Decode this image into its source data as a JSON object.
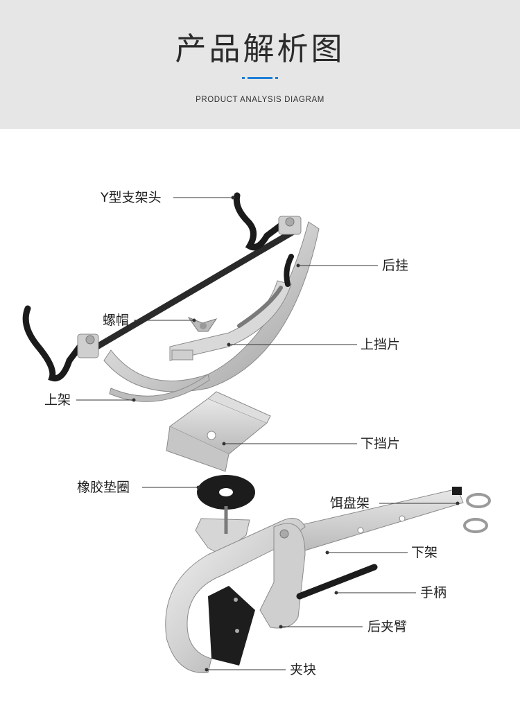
{
  "header": {
    "title": "产品解析图",
    "subtitle": "PRODUCT ANALYSIS DIAGRAM",
    "accent_color": "#1e7fd8",
    "background": "#e6e6e6"
  },
  "labels": {
    "y_head": "Y型支架头",
    "rear_hook": "后挂",
    "nut": "螺帽",
    "upper_baffle": "上挡片",
    "upper_frame": "上架",
    "lower_baffle": "下挡片",
    "rubber_gasket": "橡胶垫圈",
    "bait_tray_holder": "饵盘架",
    "lower_frame": "下架",
    "handle": "手柄",
    "rear_clamp_arm": "后夹臂",
    "clamp_block": "夹块"
  }
}
